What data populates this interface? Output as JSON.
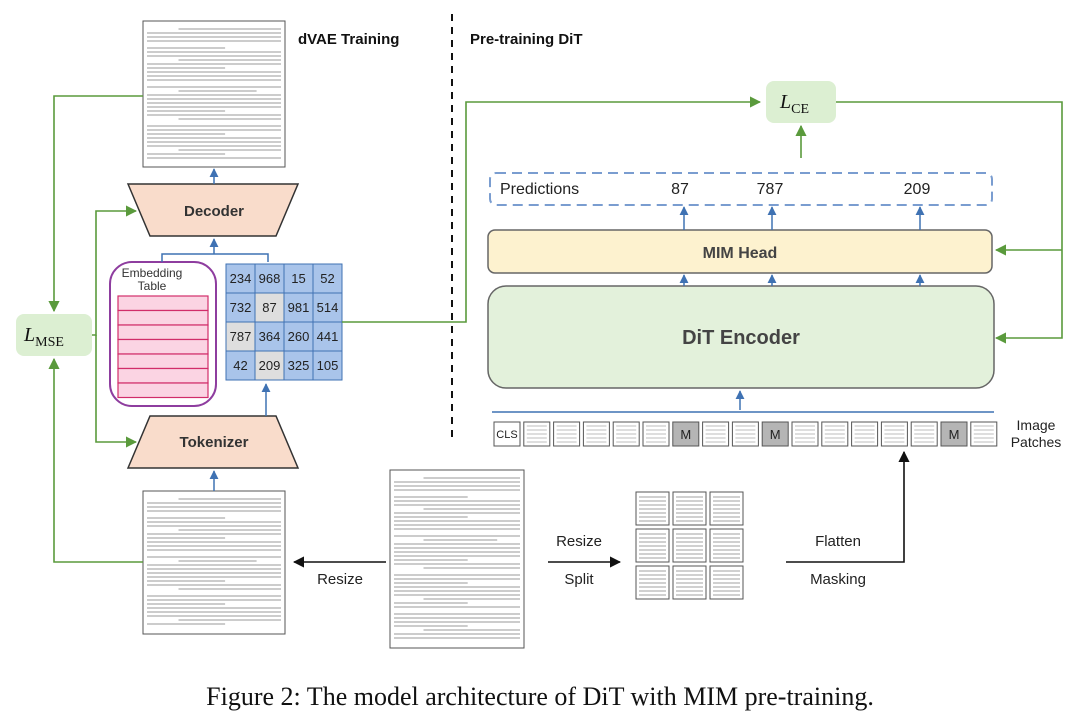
{
  "headings": {
    "dvae": "dVAE Training",
    "pretrain": "Pre-training DiT"
  },
  "loss": {
    "ce_main": "L",
    "ce_sub": "CE",
    "mse_main": "L",
    "mse_sub": "MSE"
  },
  "blocks": {
    "decoder": "Decoder",
    "tokenizer": "Tokenizer",
    "mim_head": "MIM Head",
    "dit_encoder": "DiT Encoder",
    "embedding_table": [
      "Embedding",
      "Table"
    ]
  },
  "token_grid": [
    [
      "234",
      "968",
      "15",
      "52"
    ],
    [
      "732",
      "87",
      "981",
      "514"
    ],
    [
      "787",
      "364",
      "260",
      "441"
    ],
    [
      "42",
      "209",
      "325",
      "105"
    ]
  ],
  "predictions": {
    "label": "Predictions",
    "values": [
      "87",
      "787",
      "209"
    ]
  },
  "patches": {
    "cls": "CLS",
    "mask": "M",
    "label": [
      "Image",
      "Patches"
    ]
  },
  "steps": {
    "resize_left": "Resize",
    "resize_mid": "Resize",
    "split": "Split",
    "flatten": "Flatten",
    "masking": "Masking"
  },
  "caption": "Figure 2: The model architecture of DiT with MIM pre-training.",
  "colors": {
    "green_arrow": "#5a9a3c",
    "blue_arrow": "#3f72b3",
    "decoder_fill": "#f9dccb",
    "token_fill": "#a9c4ea",
    "token_highlight": "#dedede",
    "loss_fill": "#dcefd2",
    "mim_fill": "#fdf2cf",
    "encoder_fill": "#e3f1db",
    "embed_stroke": "#8e3d9f",
    "embed_rows": "#d12d6a",
    "mask_fill": "#b5b5b5"
  }
}
